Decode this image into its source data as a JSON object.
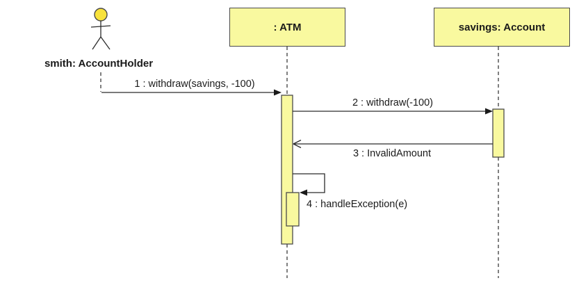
{
  "diagram": {
    "type": "uml-sequence-diagram",
    "background": "#ffffff",
    "colors": {
      "shape_fill": "#F9F99F",
      "actor_head_fill": "#F8E23B",
      "shape_stroke": "#4a4a4a",
      "line": "#2b2b2b",
      "text": "#1a1a1a"
    },
    "actor": {
      "label": "smith: AccountHolder"
    },
    "lifelines": [
      {
        "label": ": ATM"
      },
      {
        "label": "savings: Account"
      }
    ],
    "messages": [
      {
        "label": "1 : withdraw(savings, -100)"
      },
      {
        "label": "2 : withdraw(-100)"
      },
      {
        "label": "3 : InvalidAmount"
      },
      {
        "label": "4 : handleException(e)"
      }
    ]
  }
}
